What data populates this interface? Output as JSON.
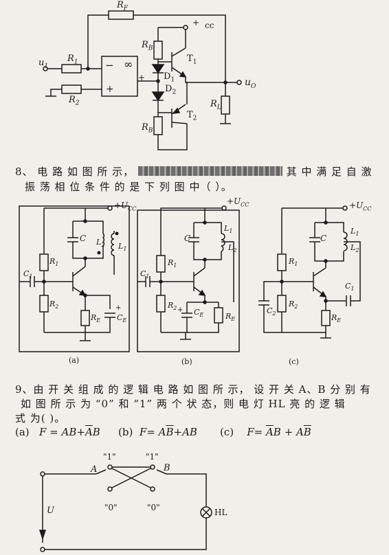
{
  "fig_top": {
    "labels": {
      "rf": "R",
      "rf_sub": "F",
      "u1": "u",
      "u1_sub": "1",
      "r1": "R",
      "r1_sub": "1",
      "r2": "R",
      "r2_sub": "2",
      "minus": "−",
      "inf": "∞",
      "plus_in": "+",
      "out_plus": "+",
      "rb_top": "R",
      "rb_top_sub": "B",
      "rb_bot": "R",
      "rb_bot_sub": "B",
      "d1": "D",
      "d1_sub": "1",
      "d2": "D",
      "d2_sub": "2",
      "t1": "T",
      "t1_sub": "1",
      "t2": "T",
      "t2_sub": "2",
      "vcc_plus": "+",
      "vcc": "cc",
      "rl": "R",
      "rl_sub": "L",
      "uo": "u",
      "uo_sub": "O"
    }
  },
  "q8": {
    "line1_a": "8、 电 路 如 图 所 示，",
    "line1_b": "其 中 满 足 自 激",
    "line2": "振 荡 相 位 条 件 的 是 下 列 图 中（         ）。"
  },
  "fig8": {
    "a": {
      "ucc": "+U",
      "ucc_sub": "CC",
      "c": "C",
      "l2": "L",
      "l2_sub": "2",
      "l1": "L",
      "l1_sub": "1",
      "r1": "R",
      "r1_sub": "1",
      "c1": "C",
      "c1_sub": "1",
      "r2": "R",
      "r2_sub": "2",
      "re": "R",
      "re_sub": "E",
      "ce": "C",
      "ce_sub": "E",
      "ce_plus": "+",
      "caption": "(a)"
    },
    "b": {
      "ucc": "+U",
      "ucc_sub": "CC",
      "c": "C",
      "l1": "L",
      "l1_sub": "1",
      "l2": "L",
      "l2_sub": "2",
      "r1": "R",
      "r1_sub": "1",
      "c1": "C",
      "c1_sub": "1",
      "r2": "R",
      "r2_sub": "2",
      "ce": "C",
      "ce_sub": "E",
      "re": "R",
      "re_sub": "E",
      "ce_plus": "+",
      "caption": "(b)"
    },
    "c": {
      "ucc": "+U",
      "ucc_sub": "CC",
      "c": "C",
      "l1": "L",
      "l1_sub": "1",
      "l2": "L",
      "l2_sub": "2",
      "r1": "R",
      "r1_sub": "1",
      "c1": "C",
      "c1_sub": "1",
      "c2": "C",
      "c2_sub": "2",
      "r2": "R",
      "r2_sub": "2",
      "re": "R",
      "re_sub": "E",
      "caption": "(c)"
    }
  },
  "q9": {
    "line1": "9、由 开 关 组 成 的 逻 辑 电 路 如 图 所 示， 设 开 关 A、B 分 别 有",
    "line2": "如 图 所 示 为 “0” 和 “1” 两  个 状 态，则  电 灯 HL  亮 的 逻 辑",
    "line3": "式 为(              )。",
    "opt_a_label": "(a)",
    "opt_b_label": "(b)",
    "opt_c_label": "(c)"
  },
  "fig9": {
    "one_a": "\"1\"",
    "one_b": "\"1\"",
    "zero_a": "\"0\"",
    "zero_b": "\"0\"",
    "sw_a": "A",
    "sw_b": "B",
    "u": "U",
    "hl": "HL"
  }
}
